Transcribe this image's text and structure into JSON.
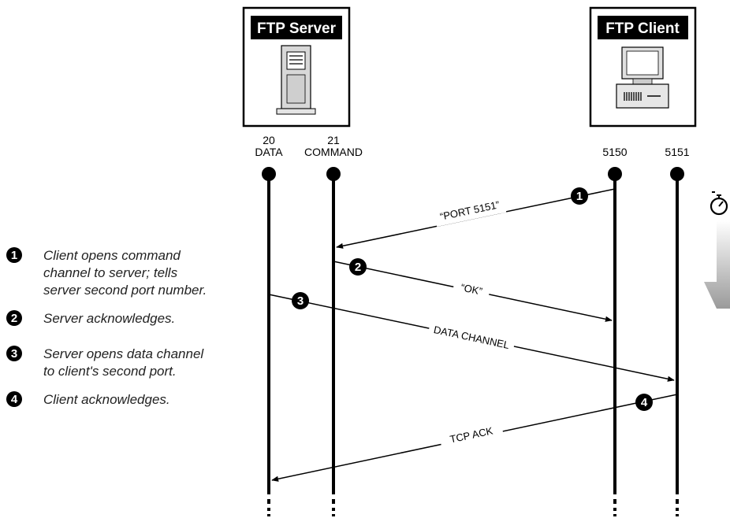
{
  "server": {
    "title": "FTP Server"
  },
  "client": {
    "title": "FTP Client"
  },
  "ports": {
    "data": {
      "number": "20",
      "name": "DATA"
    },
    "command": {
      "number": "21",
      "name": "COMMAND"
    },
    "client_a": {
      "number": "5150"
    },
    "client_b": {
      "number": "5151"
    }
  },
  "messages": {
    "m1": {
      "badge": "1",
      "text": "“PORT 5151”"
    },
    "m2": {
      "badge": "2",
      "text": "“OK”"
    },
    "m3": {
      "badge": "3",
      "text": "DATA CHANNEL"
    },
    "m4": {
      "badge": "4",
      "text": "TCP ACK"
    }
  },
  "legend": [
    {
      "badge": "1",
      "lines": [
        "Client opens command",
        "channel to server; tells",
        "server second port number."
      ]
    },
    {
      "badge": "2",
      "lines": [
        "Server acknowledges."
      ]
    },
    {
      "badge": "3",
      "lines": [
        "Server opens data channel",
        "to client's second port."
      ]
    },
    {
      "badge": "4",
      "lines": [
        "Client acknowledges."
      ]
    }
  ],
  "icons": {
    "time": "stopwatch-icon",
    "direction": "time-arrow-icon"
  }
}
